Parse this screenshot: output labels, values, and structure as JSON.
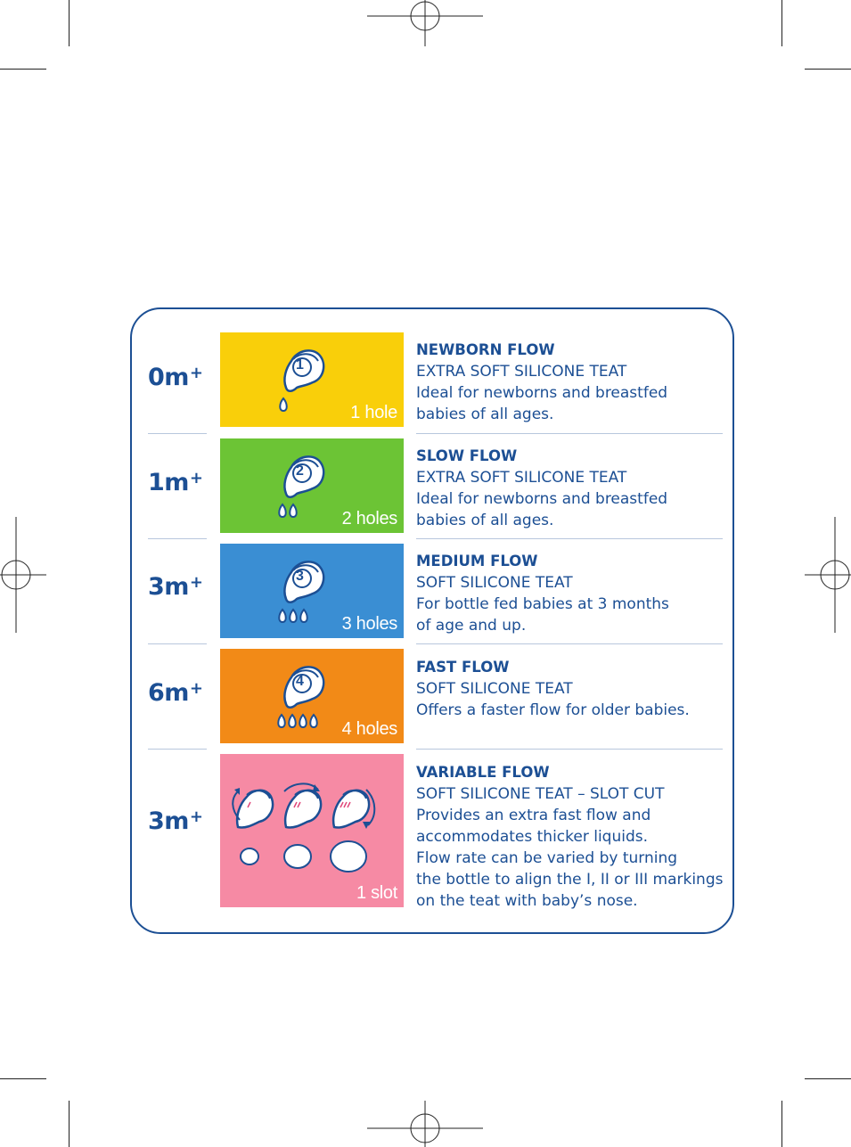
{
  "rows": [
    {
      "age": "0m",
      "age_sup": "+",
      "color": "#f9cf0a",
      "number": "1",
      "holes": "1 hole",
      "title": "NEWBORN FLOW",
      "subtitle": "EXTRA SOFT SILICONE TEAT",
      "lines": [
        "Ideal for newborns and breastfed",
        "babies of all ages."
      ]
    },
    {
      "age": "1m",
      "age_sup": "+",
      "color": "#6cc435",
      "number": "2",
      "holes": "2 holes",
      "title": "SLOW FLOW",
      "subtitle": "EXTRA SOFT SILICONE TEAT",
      "lines": [
        "Ideal for newborns and breastfed",
        "babies of all ages."
      ]
    },
    {
      "age": "3m",
      "age_sup": "+",
      "color": "#3a8ed3",
      "number": "3",
      "holes": "3 holes",
      "title": "MEDIUM FLOW",
      "subtitle": "SOFT SILICONE TEAT",
      "lines": [
        "For bottle fed babies at 3 months",
        "of age and up."
      ]
    },
    {
      "age": "6m",
      "age_sup": "+",
      "color": "#f28a17",
      "number": "4",
      "holes": "4 holes",
      "title": "FAST FLOW",
      "subtitle": "SOFT SILICONE TEAT",
      "lines": [
        "Offers a faster flow for older babies."
      ]
    },
    {
      "age": "3m",
      "age_sup": "+",
      "color": "#f68aa4",
      "number": "",
      "holes": "1 slot",
      "title": "VARIABLE FLOW",
      "subtitle": "SOFT SILICONE TEAT – SLOT CUT",
      "lines": [
        "Provides an extra fast flow and",
        "accommodates thicker liquids.",
        "Flow rate can be varied by turning",
        "the bottle to align the I, II or III markings",
        "on the teat with baby’s nose."
      ]
    }
  ],
  "colors": {
    "text": "#1c4f94",
    "border": "#1c4f94",
    "separator": "#b8c7dd"
  }
}
